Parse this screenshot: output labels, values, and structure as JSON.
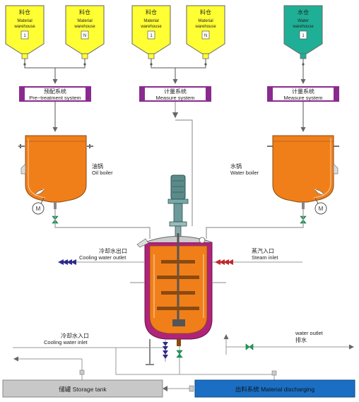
{
  "colors": {
    "material_hopper": "#ffff33",
    "water_hopper": "#1faf96",
    "system_box": "#8a2a8f",
    "boiler": "#f07f1a",
    "reactor_jacket": "#b0237a",
    "storage_tank": "#c8c8c8",
    "discharge_box": "#1a6fc4",
    "valve": "#1aa15a",
    "arrow_navy": "#2c2a8a",
    "arrow_red": "#c0282d"
  },
  "hoppers": [
    {
      "cn": "料仓",
      "en1": "Material",
      "en2": "warehouse",
      "num": "1"
    },
    {
      "cn": "料仓",
      "en1": "Material",
      "en2": "warehouse",
      "num": "N"
    },
    {
      "cn": "料仓",
      "en1": "Material",
      "en2": "warehouse",
      "num": "1"
    },
    {
      "cn": "料仓",
      "en1": "Material",
      "en2": "warehouse",
      "num": "N"
    },
    {
      "cn": "水仓",
      "en1": "Water",
      "en2": "warehouse",
      "num": "1"
    }
  ],
  "systems": [
    {
      "cn": "预配系统",
      "en": "Pre−treatment system"
    },
    {
      "cn": "计量系统",
      "en": "Measure system"
    },
    {
      "cn": "计量系统",
      "en": "Measure system"
    }
  ],
  "boilers": {
    "oil": {
      "cn": "油锅",
      "en": "Oil boiler"
    },
    "water": {
      "cn": "水锅",
      "en": "Water boiler"
    }
  },
  "motor_symbol": "M",
  "cooling_outlet": {
    "cn": "冷却水出口",
    "en": "Cooling water outlet"
  },
  "steam_inlet": {
    "cn": "蒸汽入口",
    "en": "Steam inlet"
  },
  "cooling_inlet": {
    "cn": "冷却水入口",
    "en": "Cooling water inlet"
  },
  "water_outlet": {
    "en": "water outlet",
    "cn": "排水"
  },
  "storage_tank": {
    "text": "储罐 Storage tank"
  },
  "discharge": {
    "text": "出料系统 Material discharging"
  }
}
